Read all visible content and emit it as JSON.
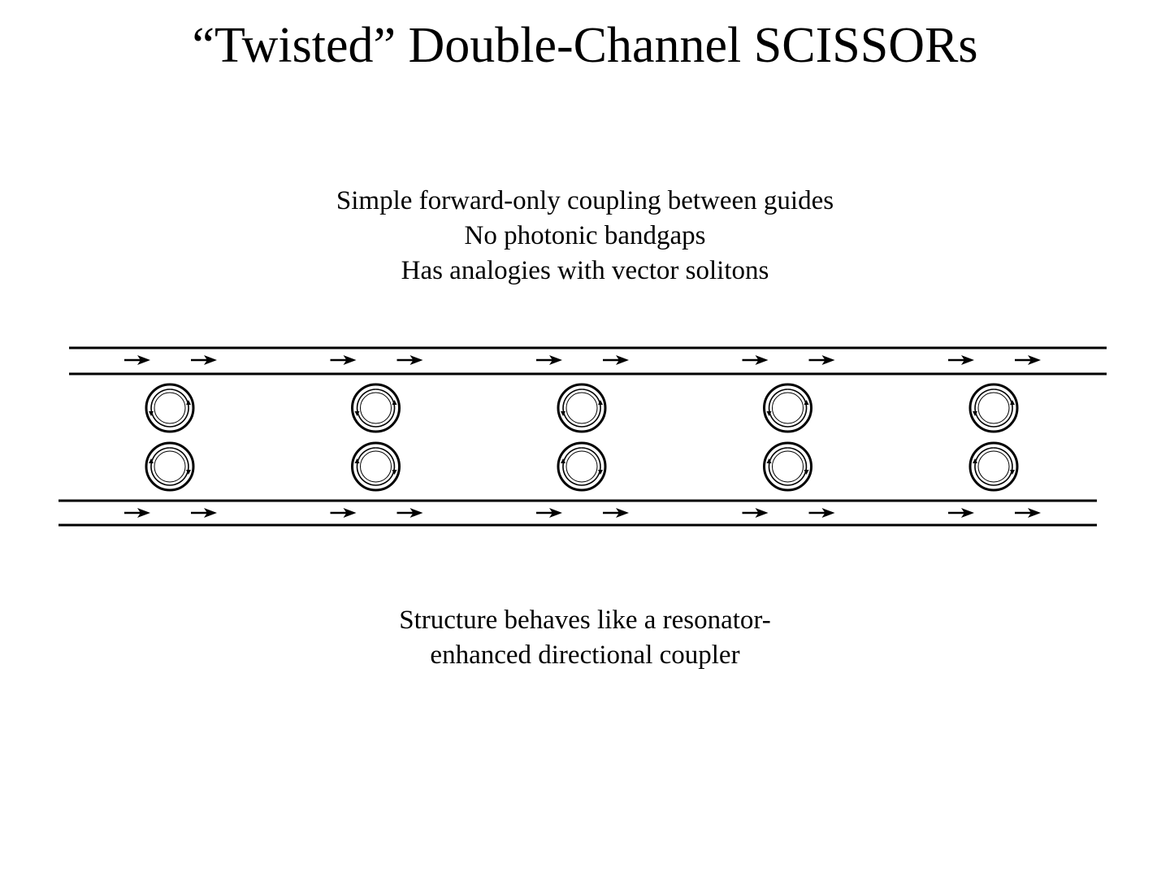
{
  "slide": {
    "title": "“Twisted” Double-Channel SCISSORs",
    "bullets": [
      "Simple forward-only coupling between guides",
      "No photonic bandgaps",
      "Has analogies with vector solitons"
    ],
    "caption": [
      "Structure behaves like a resonator-",
      "enhanced directional coupler"
    ]
  },
  "diagram": {
    "resonator_pairs": 5,
    "arrows_per_section": 2
  },
  "colors": {
    "ink": "#000000",
    "background": "#ffffff"
  }
}
